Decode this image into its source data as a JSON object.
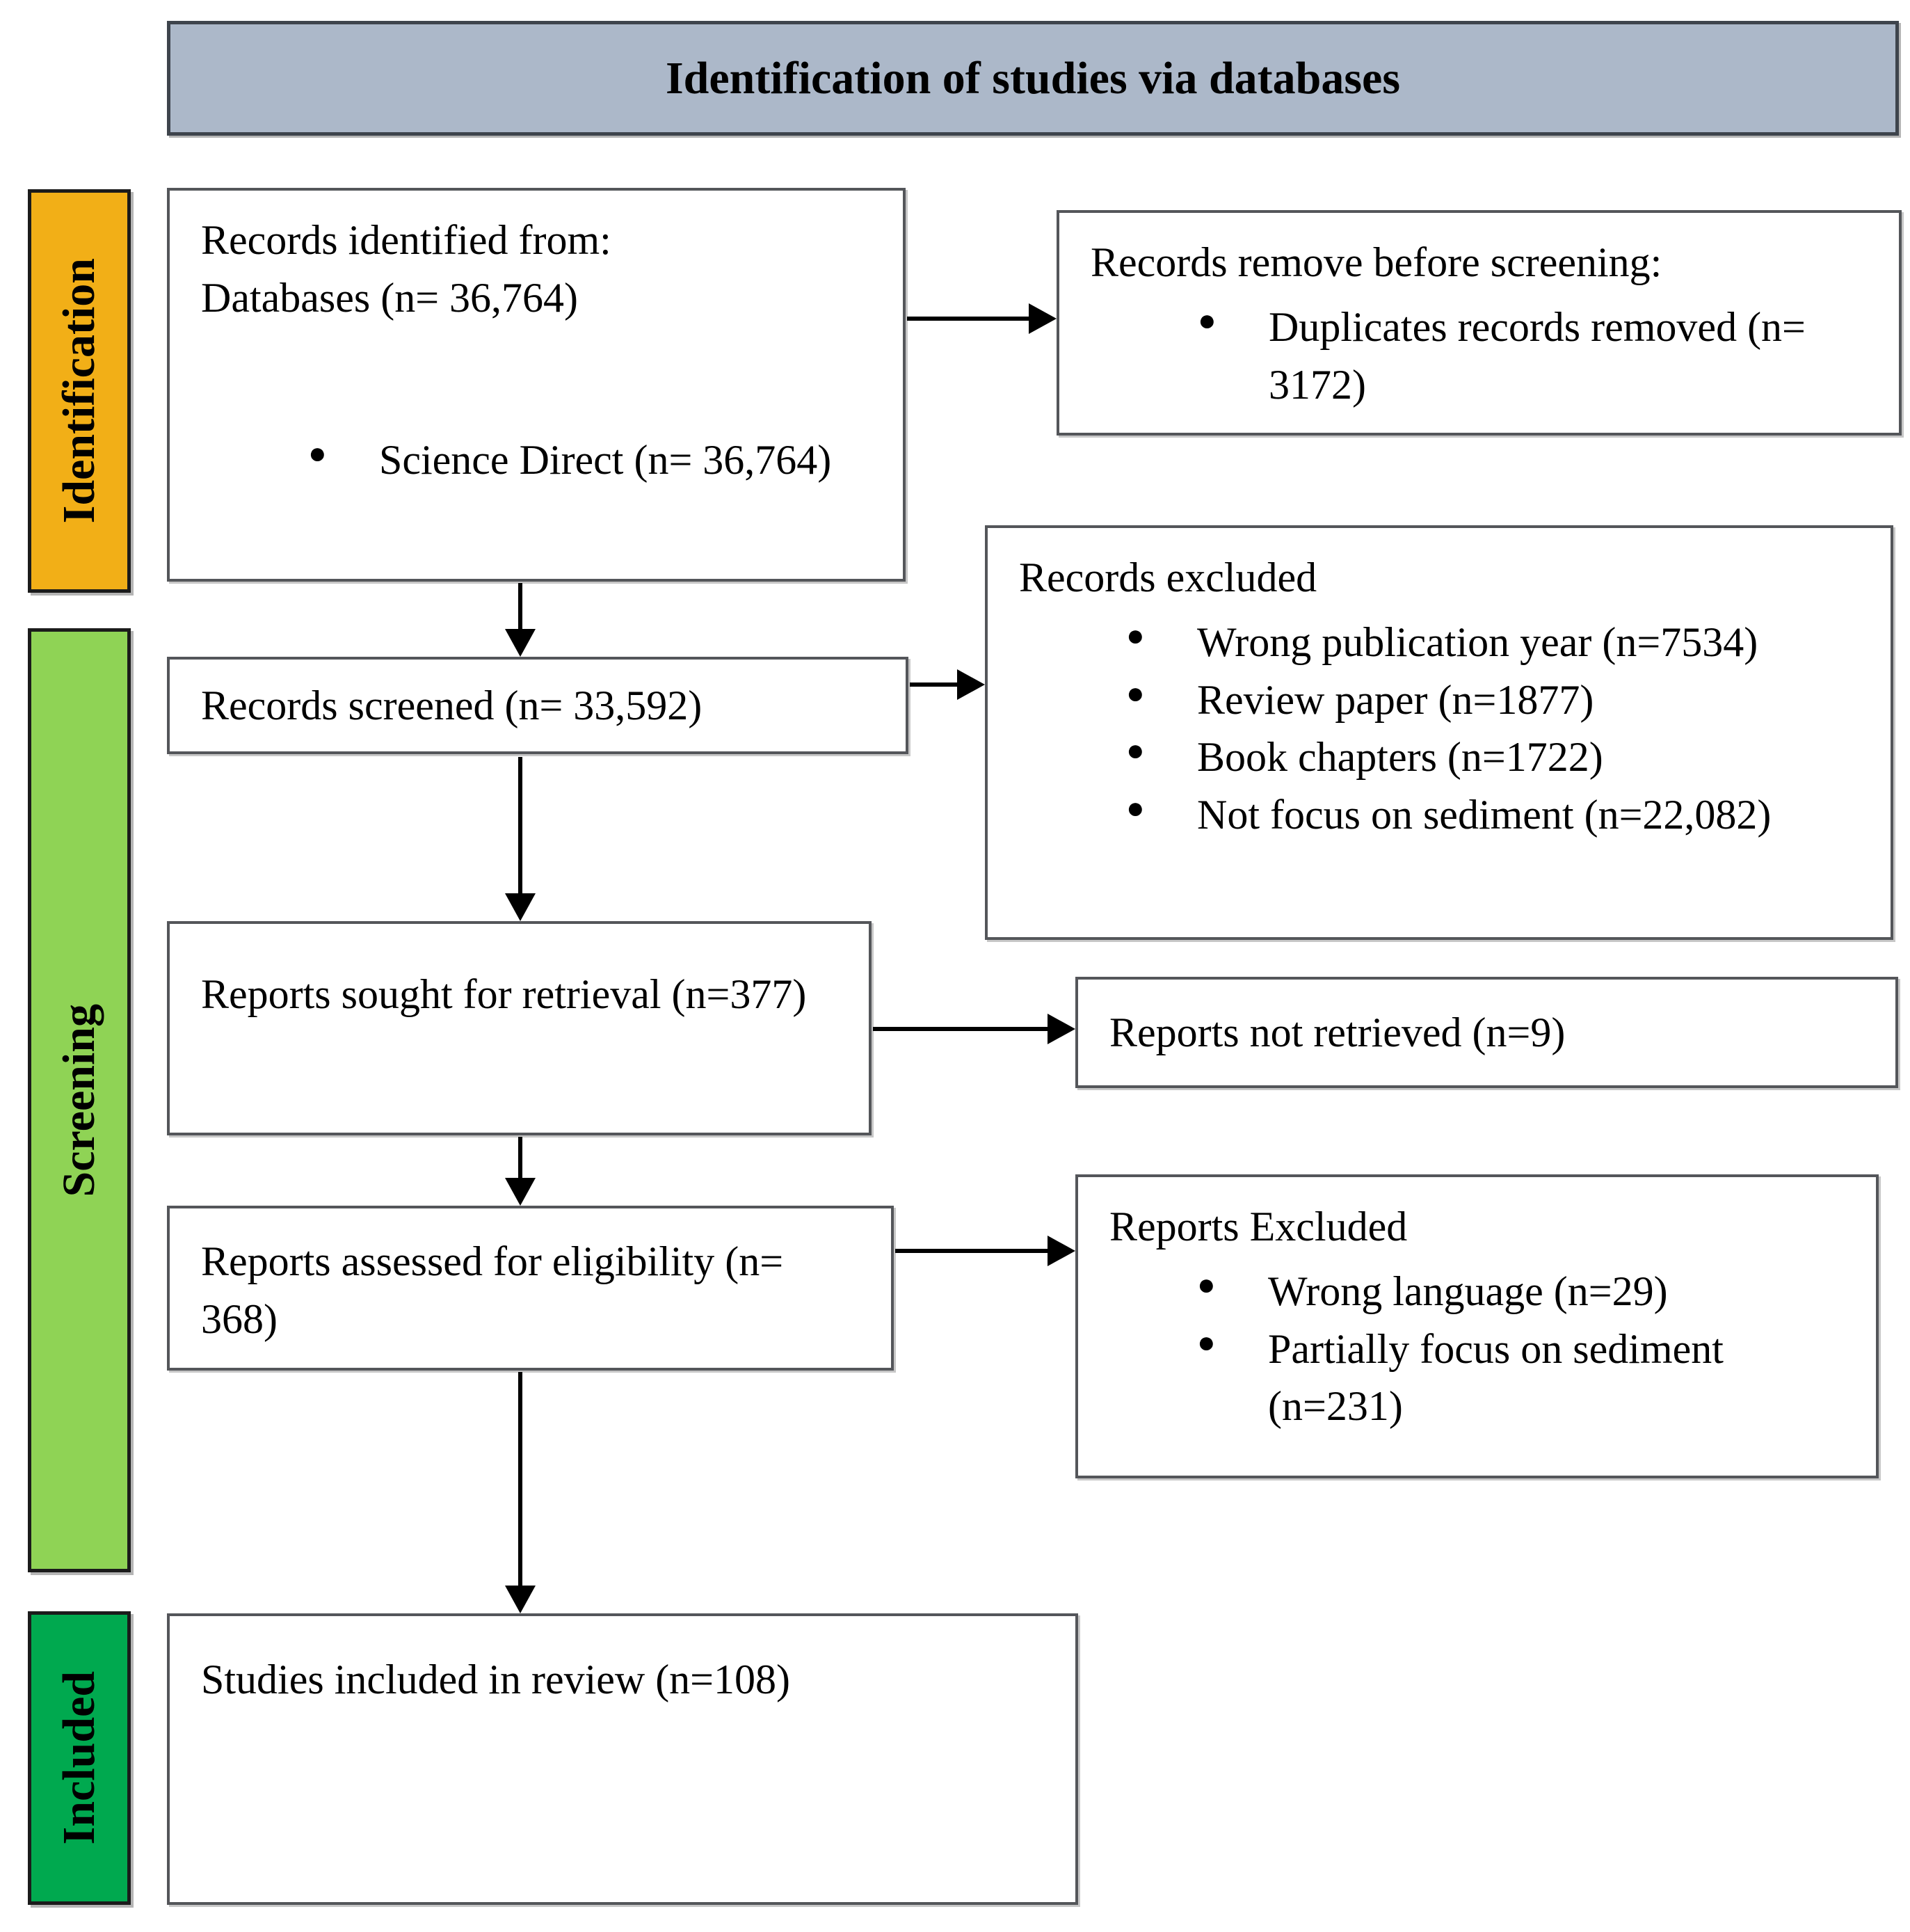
{
  "title": "Identification of studies via databases",
  "colors": {
    "header_bg": "#ACB8C9",
    "identification_bg": "#F2AF17",
    "screening_bg": "#8FD355",
    "included_bg": "#00A94F"
  },
  "sidebar": {
    "identification": "Identification",
    "screening": "Screening",
    "included": "Included"
  },
  "boxes": {
    "records_identified": {
      "line1": "Records identified from:",
      "line2": "Databases (n= 36,764)",
      "bullets": [
        "Science Direct (n= 36,764)"
      ]
    },
    "records_removed": {
      "title": "Records remove before screening:",
      "bullets": [
        "Duplicates records removed (n= 3172)"
      ]
    },
    "records_screened": {
      "text": "Records screened (n= 33,592)"
    },
    "records_excluded": {
      "title": "Records excluded",
      "bullets": [
        "Wrong publication year (n=7534)",
        "Review paper (n=1877)",
        "Book chapters (n=1722)",
        "Not focus on sediment (n=22,082)"
      ]
    },
    "reports_sought": {
      "text": "Reports sought for retrieval (n=377)"
    },
    "reports_not_retrieved": {
      "text": "Reports not retrieved (n=9)"
    },
    "reports_assessed": {
      "text": "Reports assessed for eligibility (n= 368)"
    },
    "reports_excluded": {
      "title": "Reports Excluded",
      "bullets": [
        "Wrong language (n=29)",
        "Partially focus on sediment (n=231)"
      ]
    },
    "studies_included": {
      "text": "Studies included in review (n=108)"
    }
  }
}
